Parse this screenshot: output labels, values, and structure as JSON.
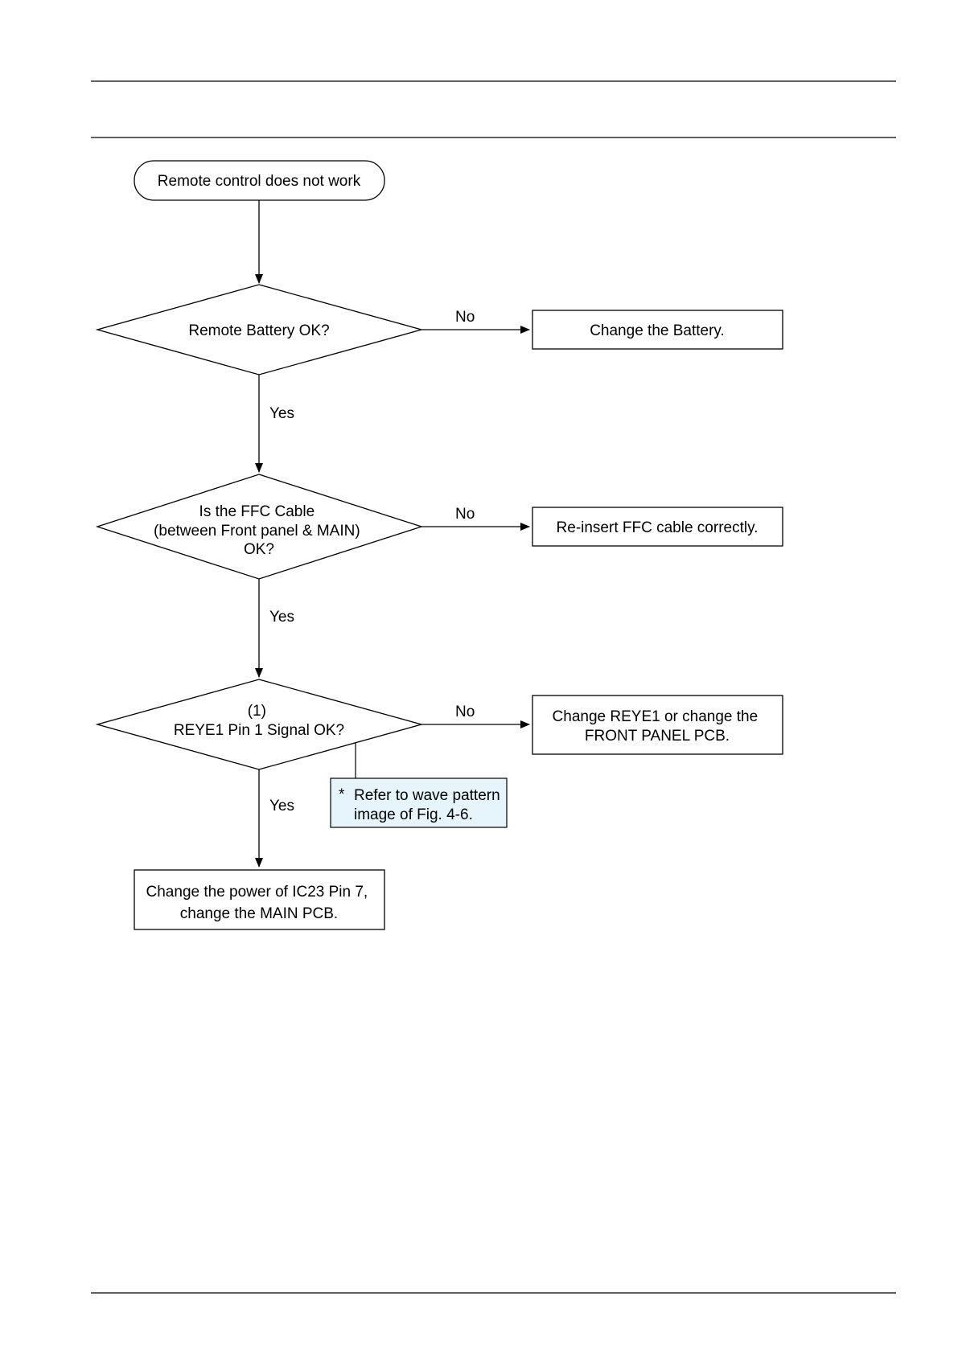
{
  "flowchart": {
    "start": "Remote control does not work",
    "decisions": [
      {
        "lines": [
          "Remote Battery OK?"
        ]
      },
      {
        "lines": [
          "Is the FFC Cable",
          "(between Front panel & MAIN)",
          "OK?"
        ]
      },
      {
        "lines": [
          "(1)",
          "REYE1 Pin 1 Signal OK?"
        ]
      }
    ],
    "actions": [
      {
        "lines": [
          "Change the Battery."
        ]
      },
      {
        "lines": [
          "Re-insert FFC cable correctly."
        ]
      },
      {
        "lines": [
          "Change REYE1 or change the",
          "FRONT PANEL PCB."
        ]
      }
    ],
    "final": {
      "lines": [
        "Change the power of IC23 Pin 7,",
        "change the MAIN PCB."
      ]
    },
    "note": {
      "marker": "*",
      "lines": [
        "Refer to wave pattern",
        "image of Fig. 4-6."
      ]
    },
    "labels": {
      "no": "No",
      "yes": "Yes"
    },
    "colors": {
      "note_fill": "#e6f5fb",
      "line": "#000000"
    }
  }
}
